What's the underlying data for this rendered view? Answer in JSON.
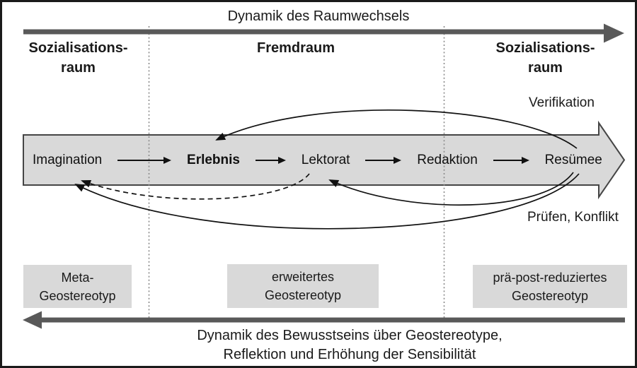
{
  "colors": {
    "band_fill": "#d9d9d9",
    "band_border": "#454545",
    "axis_arrow": "#595959",
    "box_fill": "#d9d9d9",
    "divider": "#8a8a8a",
    "text": "#1a1a1a"
  },
  "top_axis": {
    "title": "Dynamik des Raumwechsels",
    "arrow_icon": "thick-arrow-right"
  },
  "zones": {
    "left": {
      "line1": "Sozialisations-",
      "line2": "raum"
    },
    "middle": {
      "label": "Fremdraum"
    },
    "right": {
      "line1": "Sozialisations-",
      "line2": "raum"
    }
  },
  "process": {
    "arrow_icon": "arrow-right",
    "stages": [
      {
        "label": "Imagination",
        "bold": false
      },
      {
        "label": "Erlebnis",
        "bold": true
      },
      {
        "label": "Lektorat",
        "bold": false
      },
      {
        "label": "Redaktion",
        "bold": false
      },
      {
        "label": "Resümee",
        "bold": false
      }
    ]
  },
  "feedback": {
    "verification_label": "Verifikation",
    "check_label": "Prüfen, Konflikt",
    "arcs": [
      {
        "name": "resumee-to-erlebnis",
        "style": "solid",
        "label": "Verifikation"
      },
      {
        "name": "resumee-to-lektorat",
        "style": "solid",
        "label": "Prüfen, Konflikt"
      },
      {
        "name": "resumee-to-imagination",
        "style": "solid",
        "label": ""
      },
      {
        "name": "lektorat-to-imagination",
        "style": "dashed",
        "label": ""
      }
    ]
  },
  "stereotype_boxes": [
    {
      "line1": "Meta-",
      "line2": "Geostereotyp"
    },
    {
      "line1": "erweitertes",
      "line2": "Geostereotyp"
    },
    {
      "line1": "prä-post-reduziertes",
      "line2": "Geostereotyp"
    }
  ],
  "bottom_axis": {
    "line1": "Dynamik des Bewusstseins über Geostereotype,",
    "line2": "Reflektion und Erhöhung der Sensibilität",
    "arrow_icon": "thick-arrow-left"
  }
}
